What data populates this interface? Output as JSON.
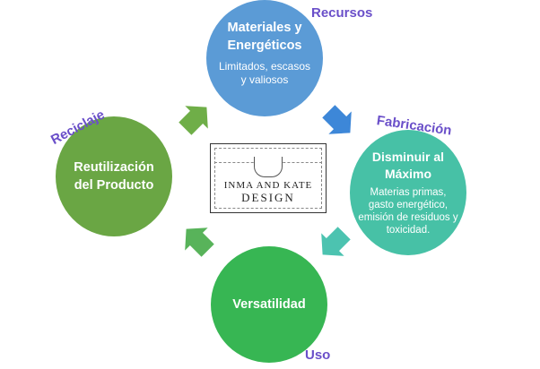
{
  "colors": {
    "materiales": "#5b9bd6",
    "disminuir": "#47c1a6",
    "reutilizacion": "#6aa644",
    "versatilidad": "#37b653",
    "label_text": "#6a4fc9",
    "arrow_top": "#3d87d8",
    "arrow_right": "#4cc3b0",
    "arrow_bottom_left": "#58b35a",
    "arrow_top_left": "#6fae48"
  },
  "nodes": {
    "materiales": {
      "title": "Materiales y Energéticos",
      "subtitle": "Limitados, escasos y valiosos"
    },
    "disminuir": {
      "title": "Disminuir al Máximo",
      "subtitle": "Materias primas, gasto energético, emisión de residuos y toxicidad."
    },
    "reutilizacion": {
      "title": "Reutilización del Producto"
    },
    "versatilidad": {
      "title": "Versatilidad"
    }
  },
  "stage_labels": {
    "recursos": "Recursos",
    "fabricacion": "Fabricación",
    "reciclaje": "Reciclaje",
    "uso": "Uso"
  },
  "logo": {
    "line1": "INMA AND KATE",
    "line2": "DESIGN"
  }
}
